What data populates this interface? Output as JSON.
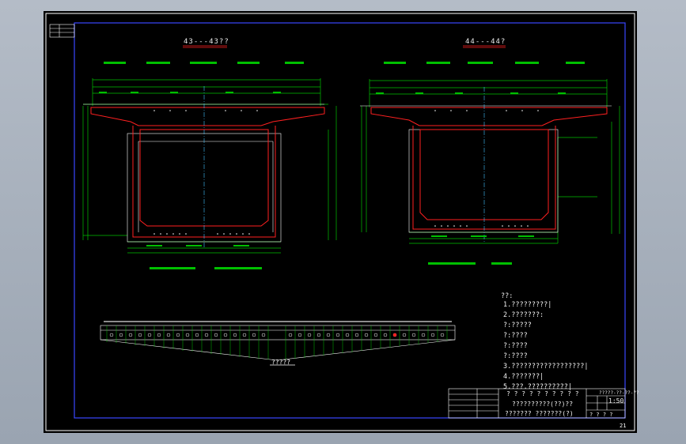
{
  "section_left": {
    "title": "43---43??"
  },
  "section_right": {
    "title": "44---44?"
  },
  "elevation": {
    "label": "?????"
  },
  "notes": {
    "header": "??:",
    "items": [
      "1.?????????|",
      "2.???????:",
      "?:?????",
      "?:????",
      "?:????",
      "?:????",
      "3.??????????????????|",
      "4.???????|",
      "5.???.??????????|"
    ]
  },
  "title_block": {
    "line1": "? ? ? ? ? ? ? ? ? ?",
    "line2": "??????????(??)??",
    "line3": "???????  ???????(?)",
    "code": "?????-??-??-??",
    "scale": "1:50",
    "sheet_ref": "?   ?   ?   ?"
  },
  "page_number": "21"
}
